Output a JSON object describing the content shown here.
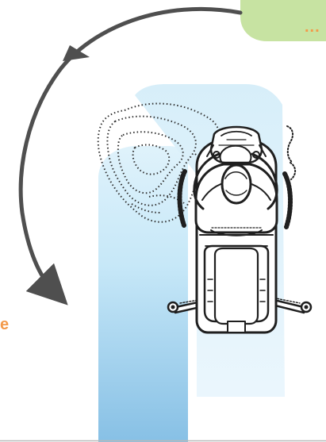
{
  "colors": {
    "background": "#ffffff",
    "green_tab": "#c7e3a2",
    "orange_text": "#f39a4a",
    "arrow_gray": "#4f4f4f",
    "blue_light": "#d7eefa",
    "blue_dark": "#8ec5e6",
    "bottom_rule": "#b9b9b9",
    "line": "#1f1f1f"
  },
  "labels": {
    "top_right_partial": "...",
    "left_edge_partial": "e"
  },
  "icons": {
    "arrow": "curved-rotation-arrow",
    "machine": "walk-behind-machine-top-view",
    "ghost": "dotted-ghost-outline"
  }
}
